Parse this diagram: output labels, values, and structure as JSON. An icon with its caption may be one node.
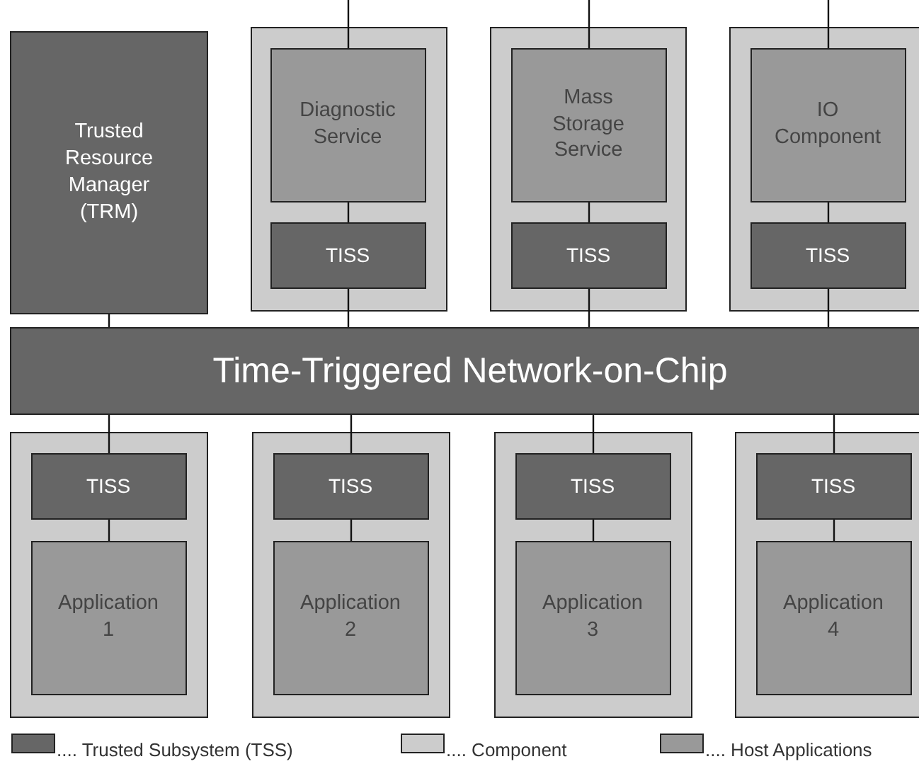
{
  "diagram": {
    "nodes": [
      {
        "text": [
          "Trusted Resource Manager (TRM)"
        ]
      },
      {
        "text": [],
        "shape": "box"
      },
      {
        "text": [
          "Diagnostic Service"
        ],
        "in": 1
      },
      {
        "text": [
          "TISS"
        ],
        "in": 1
      },
      {
        "text": [],
        "shape": "box"
      },
      {
        "text": [
          "Mass Storage Service"
        ],
        "in": 4
      },
      {
        "text": [
          "TISS"
        ],
        "in": 4
      },
      {
        "text": [],
        "shape": "box"
      },
      {
        "text": [
          "IO Component"
        ],
        "in": 7
      },
      {
        "text": [
          "TISS"
        ],
        "in": 7
      },
      {
        "text": [
          "Time-Triggered Network-on-Chip"
        ]
      },
      {
        "text": [],
        "shape": "box"
      },
      {
        "text": [
          "TISS"
        ],
        "in": 11
      },
      {
        "text": [
          "Application 1"
        ],
        "in": 11
      },
      {
        "text": [],
        "shape": "box"
      },
      {
        "text": [
          "TISS"
        ],
        "in": 14
      },
      {
        "text": [
          "Application 2"
        ],
        "in": 14
      },
      {
        "text": [],
        "shape": "box"
      },
      {
        "text": [
          "TISS"
        ],
        "in": 17
      },
      {
        "text": [
          "Application 3"
        ],
        "in": 17
      },
      {
        "text": [],
        "shape": "box"
      },
      {
        "text": [
          "TISS"
        ],
        "in": 20
      },
      {
        "text": [
          "Application 4"
        ],
        "in": 20
      }
    ],
    "edges": [
      {
        "from": 0,
        "to": 10,
        "arrow": "none"
      },
      {
        "from": null,
        "to": 2,
        "arrow": "none"
      },
      {
        "from": 2,
        "to": 3,
        "arrow": "none"
      },
      {
        "from": 3,
        "to": 10,
        "arrow": "none"
      },
      {
        "from": null,
        "to": 5,
        "arrow": "none"
      },
      {
        "from": 5,
        "to": 6,
        "arrow": "none"
      },
      {
        "from": 6,
        "to": 10,
        "arrow": "none"
      },
      {
        "from": null,
        "to": 8,
        "arrow": "none"
      },
      {
        "from": 8,
        "to": 9,
        "arrow": "none"
      },
      {
        "from": 9,
        "to": 10,
        "arrow": "none"
      },
      {
        "from": 10,
        "to": 12,
        "arrow": "none"
      },
      {
        "from": 12,
        "to": 13,
        "arrow": "none"
      },
      {
        "from": 10,
        "to": 15,
        "arrow": "none"
      },
      {
        "from": 15,
        "to": 16,
        "arrow": "none"
      },
      {
        "from": 10,
        "to": 18,
        "arrow": "none"
      },
      {
        "from": 18,
        "to": 19,
        "arrow": "none"
      },
      {
        "from": 10,
        "to": 21,
        "arrow": "none"
      },
      {
        "from": 21,
        "to": 22,
        "arrow": "none"
      }
    ],
    "legend": [
      {
        "text": ".... Trusted Subsystem (TSS)",
        "color": "#666666"
      },
      {
        "text": ".... Component",
        "color": "#cccccc"
      },
      {
        "text": ".... Host Applications",
        "color": "#999999"
      }
    ]
  }
}
